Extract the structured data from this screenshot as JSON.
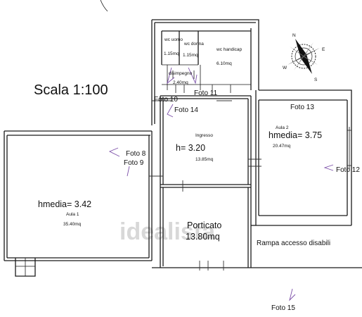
{
  "scale_label": "Scala 1:100",
  "compass": {
    "n": "N",
    "e": "E",
    "s": "S",
    "w": "W"
  },
  "watermark": "idealista",
  "rooms": {
    "wc_uomo": {
      "name": "wc uomo",
      "area": "1.15mq"
    },
    "wc_donna": {
      "name": "wc donna",
      "area": "1.15mq"
    },
    "wc_handicap": {
      "name": "wc handicap",
      "area": "6.10mq"
    },
    "disimpegno": {
      "name": "disimpegno",
      "area": "2.40mq"
    },
    "ingresso": {
      "name": "Ingresso",
      "height": "h= 3.20",
      "area": "13.85mq"
    },
    "aula_1": {
      "name": "Aula 1",
      "height": "hmedia= 3.42",
      "area": "35.40mq"
    },
    "aula_2": {
      "name": "Aula 2",
      "height": "hmedia= 3.75",
      "area": "20.47mq"
    },
    "porticato": {
      "name": "Porticato",
      "area": "13.80mq"
    },
    "rampa": {
      "name": "Rampa accesso disabili"
    }
  },
  "photos": [
    "Foto 8",
    "Foto 9",
    "Foto 10",
    "Foto 11",
    "Foto 12",
    "Foto 13",
    "Foto 14",
    "Foto 15"
  ]
}
